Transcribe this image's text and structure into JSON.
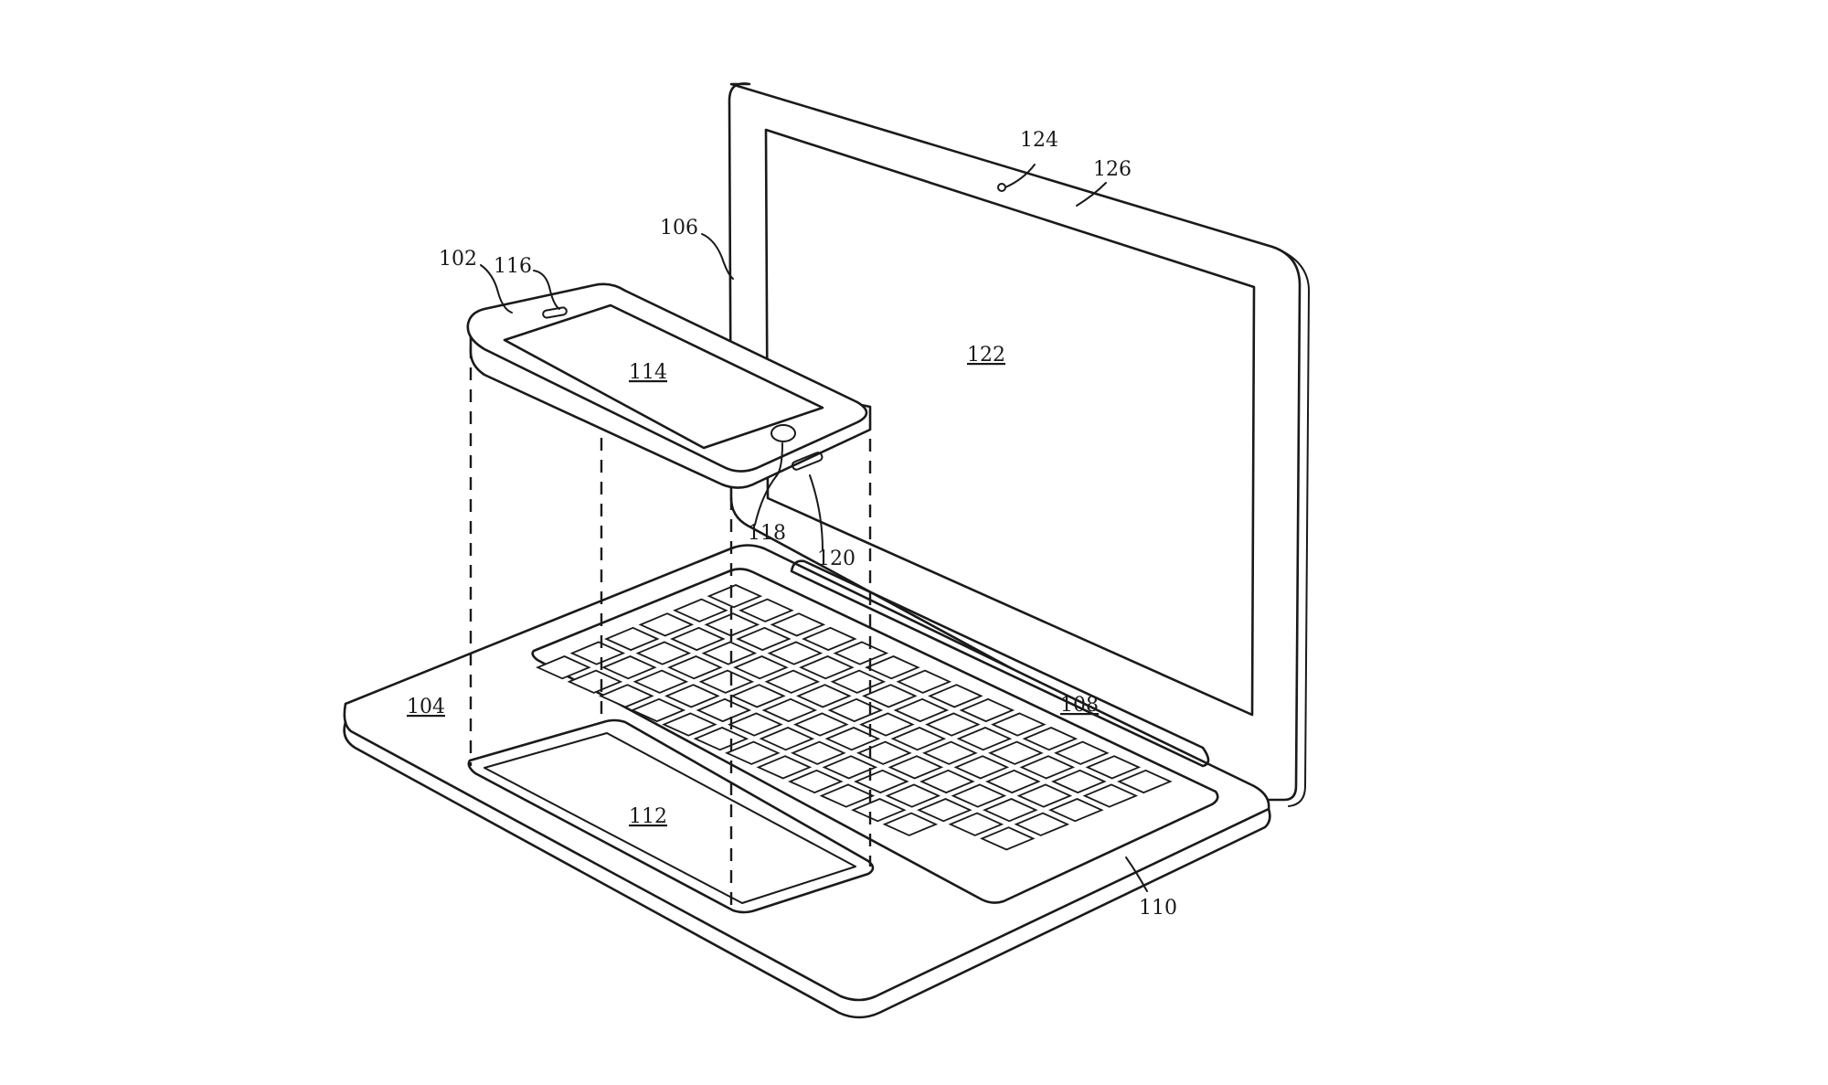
{
  "figure": {
    "labels": {
      "phone": "102",
      "base": "104",
      "hinge": "106",
      "keyboard": "108",
      "keyboard_edge": "110",
      "cavity": "112",
      "phone_screen": "114",
      "speaker": "116",
      "home_button": "118",
      "connector": "120",
      "laptop_screen": "122",
      "camera": "124",
      "bezel": "126"
    }
  },
  "colors": {
    "line": "#1a1a1a",
    "background": "#ffffff"
  }
}
